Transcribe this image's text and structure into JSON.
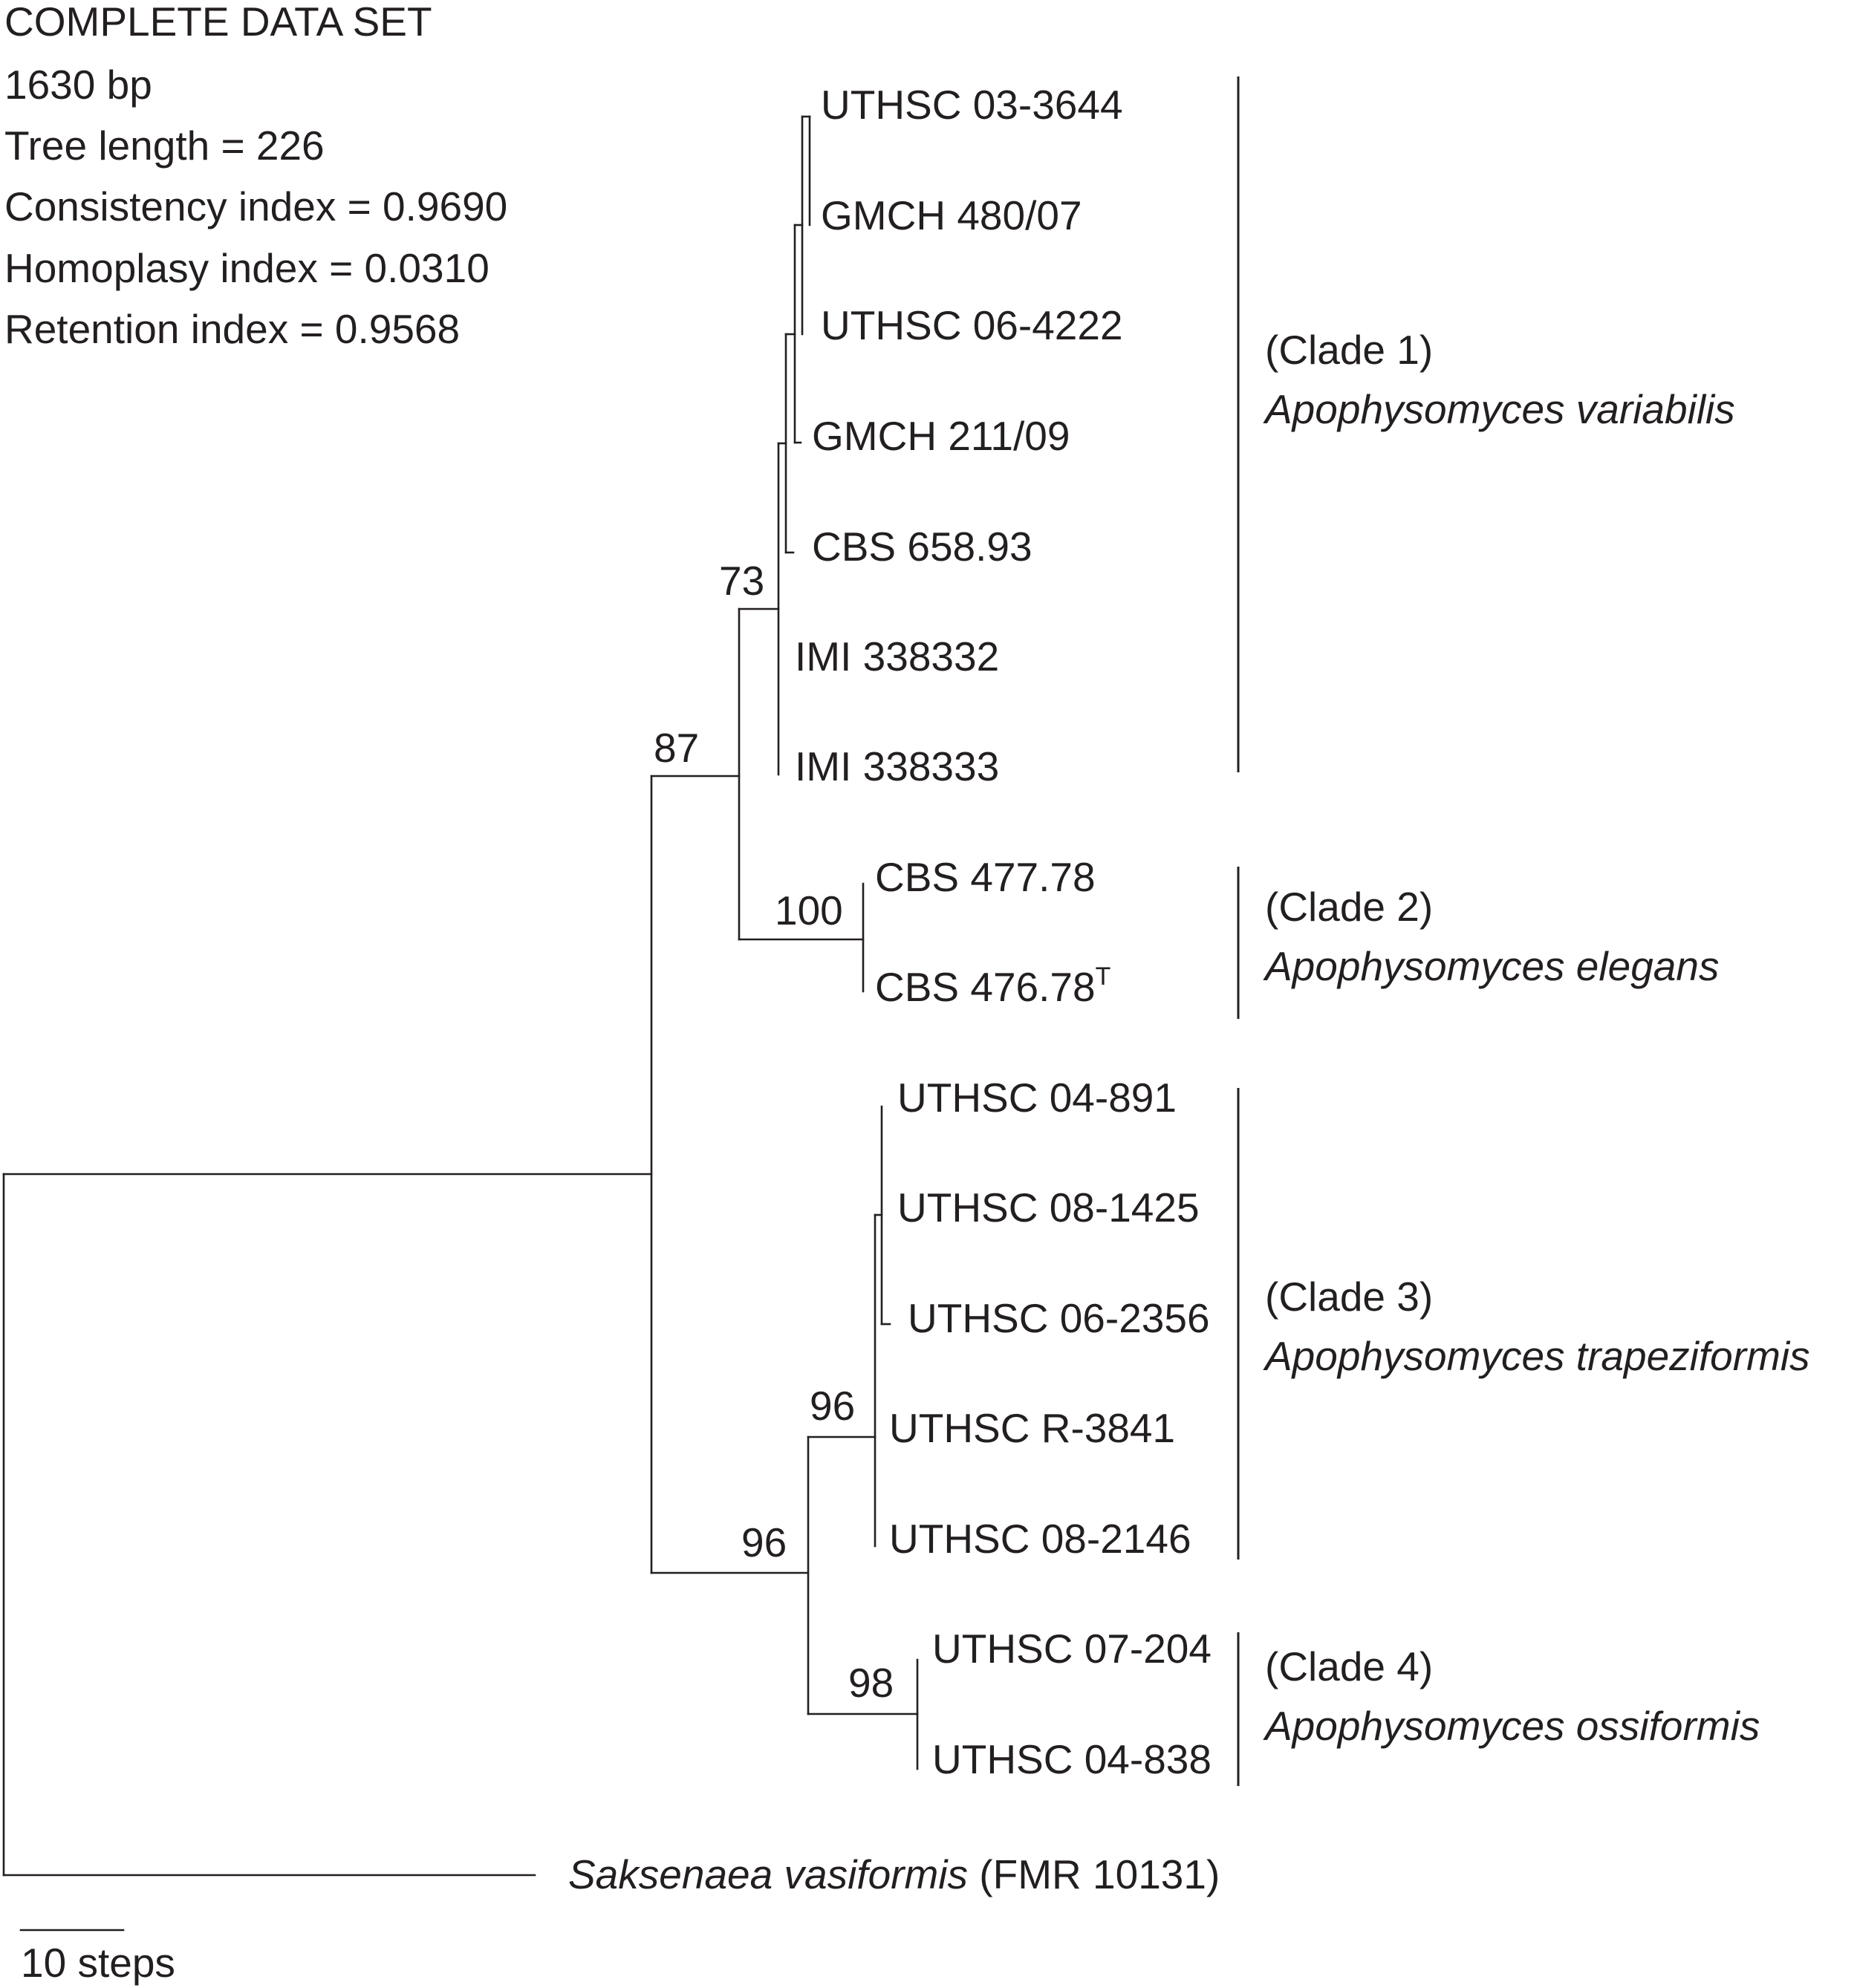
{
  "stats": {
    "title": "COMPLETE DATA SET",
    "length": "1630 bp",
    "tree_length": "Tree length = 226",
    "ci": "Consistency index = 0.9690",
    "hi": "Homoplasy index = 0.0310",
    "ri": "Retention index = 0.9568"
  },
  "taxa": {
    "t1": "UTHSC 03-3644",
    "t2": "GMCH 480/07",
    "t3": "UTHSC 06-4222",
    "t4": "GMCH 211/09",
    "t5": "CBS 658.93",
    "t6": "IMI 338332",
    "t7": "IMI 338333",
    "t8": "CBS 477.78",
    "t9": "CBS 476.78",
    "t9_sup": "T",
    "t10": "UTHSC 04-891",
    "t11": "UTHSC 08-1425",
    "t12": "UTHSC 06-2356",
    "t13": "UTHSC R-3841",
    "t14": "UTHSC 08-2146",
    "t15": "UTHSC 07-204",
    "t16": "UTHSC 04-838",
    "outgroup_genus": "Saksenaea vasiformis",
    "outgroup_strain": " (FMR 10131)"
  },
  "bootstrap": {
    "b73": "73",
    "b87": "87",
    "b100": "100",
    "b96a": "96",
    "b96b": "96",
    "b98": "98"
  },
  "clades": {
    "c1_label": "(Clade 1)",
    "c1_species": "Apophysomyces variabilis",
    "c2_label": "(Clade 2)",
    "c2_species": "Apophysomyces elegans",
    "c3_label": "(Clade 3)",
    "c3_species": "Apophysomyces trapeziformis",
    "c4_label": "(Clade 4)",
    "c4_species": "Apophysomyces ossiformis"
  },
  "scale_bar": {
    "label": "10 steps"
  }
}
